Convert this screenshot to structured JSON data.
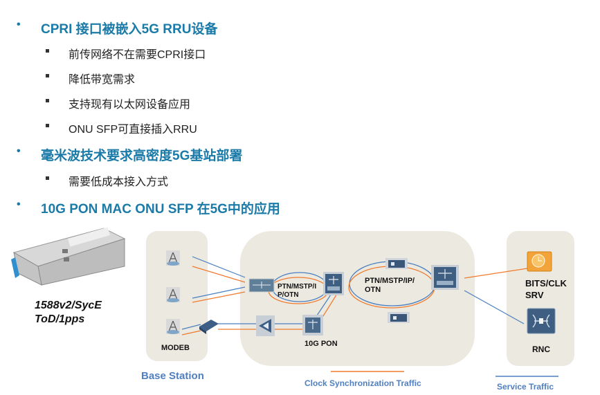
{
  "bullets": [
    {
      "text": "CPRI 接口被嵌入5G RRU设备",
      "children": [
        "前传网络不在需要CPRI接口",
        "降低带宽需求",
        "支持现有以太网设备应用",
        "ONU SFP可直接插入RRU"
      ]
    },
    {
      "text": "毫米波技术要求高密度5G基站部署",
      "children": [
        "需要低成本接入方式"
      ]
    },
    {
      "text": "10G PON MAC ONU SFP 在5G中的应用",
      "children": []
    }
  ],
  "bullet_marker_l1": "•",
  "diagram": {
    "sfp_module": {
      "label_line1": "1588v2/SycE",
      "label_line2": "ToD/1pps"
    },
    "base_station_panel": {
      "node_label": "MODEB",
      "caption": "Base Station"
    },
    "transport_panel": {
      "ring1_line1": "PTN/MSTP/I",
      "ring1_line2": "P/OTN",
      "ring2_line1": "PTN/MSTP/IP/",
      "ring2_line2": "OTN",
      "pon_label": "10G PON"
    },
    "core_panel": {
      "bits_line1": "BITS/CLK",
      "bits_line2": "SRV",
      "rnc_label": "RNC"
    },
    "legend": {
      "clock_sync": "Clock Synchronization Traffic",
      "service": "Service Traffic"
    },
    "colors": {
      "clock_sync": "#f07a2c",
      "service": "#4a7fc1",
      "panel": "#ece9e0",
      "heading": "#1a7aa8",
      "legend_text": "#4f7fc0"
    }
  }
}
